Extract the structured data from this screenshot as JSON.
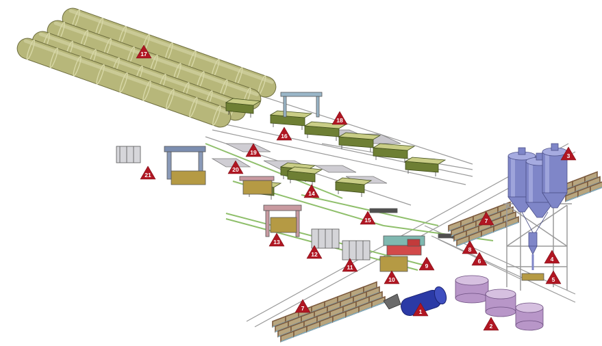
{
  "colors": {
    "autoclave": "#b7b77a",
    "autoclave_ring": "#d8d8a8",
    "silo": "#7f86c8",
    "silo_light": "#a6abe0",
    "tank": "#b896c8",
    "mill": "#2b3aa6",
    "machine_green": "#6e7f34",
    "machine_gold": "#b59a44",
    "rail": "#9a9a9a",
    "rail_green": "#8fbf6b",
    "rack": "#b5b2b6",
    "mold_frame": "#7b5a3e",
    "mold_cell": "#b8a57e",
    "mold_edge": "#7fb0c8",
    "marker": "#b01622",
    "marker_text": "#ffffff"
  },
  "markers": [
    {
      "label": "1"
    },
    {
      "label": "2"
    },
    {
      "label": "3"
    },
    {
      "label": "4"
    },
    {
      "label": "5"
    },
    {
      "label": "6"
    },
    {
      "label": "7"
    },
    {
      "label": "7"
    },
    {
      "label": "8"
    },
    {
      "label": "9"
    },
    {
      "label": "10"
    },
    {
      "label": "11"
    },
    {
      "label": "12"
    },
    {
      "label": "13"
    },
    {
      "label": "14"
    },
    {
      "label": "15"
    },
    {
      "label": "16"
    },
    {
      "label": "17"
    },
    {
      "label": "18"
    },
    {
      "label": "19"
    },
    {
      "label": "20"
    },
    {
      "label": "21"
    }
  ]
}
